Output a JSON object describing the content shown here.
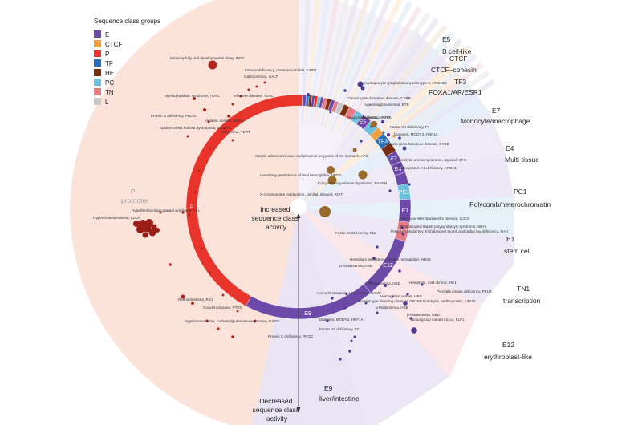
{
  "legend": {
    "title": "Sequence class groups",
    "items": [
      {
        "label": "E",
        "color": "#6e4aa8"
      },
      {
        "label": "CTCF",
        "color": "#f0a040"
      },
      {
        "label": "P",
        "color": "#e8342a"
      },
      {
        "label": "TF",
        "color": "#2b6fb6"
      },
      {
        "label": "HET",
        "color": "#7a2e10"
      },
      {
        "label": "PC",
        "color": "#6cc0dc"
      },
      {
        "label": "TN",
        "color": "#e77a85"
      },
      {
        "label": "L",
        "color": "#c7c7c7"
      }
    ]
  },
  "center": {
    "increased": [
      "Increased",
      "sequence class",
      "activity"
    ],
    "decreased": [
      "Decreased",
      "sequence class",
      "activity"
    ]
  },
  "left_group": {
    "name": "P",
    "desc": "promoter"
  },
  "classes": [
    {
      "code": "E5",
      "desc": "B cell-like"
    },
    {
      "code": "CTCF",
      "desc": "CTCF–cohesin"
    },
    {
      "code": "TF3",
      "desc": "FOXA1/AR/ESR1"
    },
    {
      "code": "E7",
      "desc": "Monocyte/macrophage"
    },
    {
      "code": "E4",
      "desc": "Multi-tissue"
    },
    {
      "code": "PC1",
      "desc": "Polycomb/heterochromatin"
    },
    {
      "code": "E1",
      "desc": "stem cell"
    },
    {
      "code": "TN1",
      "desc": "transcription"
    },
    {
      "code": "E12",
      "desc": "erythroblast-like"
    },
    {
      "code": "E9",
      "desc": "liver/intestine"
    }
  ],
  "ring_labels": [
    "P",
    "E9",
    "E12",
    "E1",
    "TN1",
    "PC1",
    "E4",
    "E7",
    "TF3",
    "E5"
  ],
  "diseases": {
    "microcephaly": "Microcephaly and developmental delay, PIGY",
    "immunodef": "Immunodeficiency, common variable, E2RD",
    "galactosemia": "Galactosemia, GALT",
    "myelodysplastic": "Myelodysplastic syndrome, TERC",
    "telomere": "Telomere disease, TERC",
    "protein_s": "Protein S deficiency, PROS1",
    "aplastic": "Aplastic anemia, TERC",
    "epidermolysis": "Epidermolysis bullosa dystrophica, COL7A1",
    "melanoma": "Melanoma, TERT",
    "hemophagocytic": "Hemophagocytic lymphohistiocytosis type 3, UNC13D",
    "cgd1": "Chronic granulomatous disease, CYBB",
    "agamma": "Agammaglobulinemia, BTK",
    "ataxia": "Ataxia telangiectasia, ATM",
    "diabetes_hnf4a": "Diabetes, HNF4A",
    "factor_vii_def": "Factor VII deficiency, F7",
    "diabetes_mody3": "Diabetes, MODY3, HNF1A",
    "cgd2": "Chronic granulomatous disease, CYBB",
    "gastric": "Gastric adenocarcinoma and proximal polyposis of the stomach, APC",
    "hemolytic": "Hemolytic uremic syndrome, atypical, CFH",
    "apoa1": "Apolipoprotein A1 deficiency, APOA1",
    "hpfh_hbg2": "Hereditary persistence of fetal hemoglobin, HBG2",
    "myasthenic": "Congenital myasthenic syndrome, RAPSN",
    "xci": "X-chromosome inactivation, familial, skewed, XIST",
    "pelizaeus": "Pelizaeus–Merzbacher-like disease, GJC2",
    "triphalangeal": "Triphalangeal thumb-polysyndactyly syndrome, SHH",
    "preaxial": "Preaxial polydactyly, triphalangeal thumb and radial ray deficiency, SHH",
    "factor_xi": "Factor XI deficiency, F11",
    "hyperferritinemia": "Hyperferritinemia-cataract syndrome, FTL",
    "hypercholesterolemia": "Hypercholesterolemia, LDLR",
    "hpfh_hbg1": "Hereditary persistence of fetal hemoglobin, HBG1",
    "alpha_hbm": "α-thalassemia, HBM",
    "beta_hbd": "β-thalassemia, HBD",
    "hemolytic_hk1": "Hemolytic, mild chronic, HK1",
    "hemochromatosis": "Hemochromatosis, HFE-related, HAMP",
    "hemoglobin_variant": "Hemoglobin variant, HBG",
    "pyruvate": "Pyruvate kinase deficiency, PKLR",
    "blood_gp1bb": "Platelet-type bleeding disorder, GP1BB",
    "porphyria": "Porphyria, erythropoietic, UROS",
    "retinoblastoma": "Retinoblastoma, RB1",
    "alpha_hbb": "α-thalassemia, HBB",
    "beta_hbd2": "β-thalassemia, HBD",
    "cowden": "Cowden disease, PTEN",
    "diabetes_mody3b": "Diabetes, MODY3, HNF1A",
    "blood_group": "Blood group variant In(Lu), KLF1",
    "hyperammonemia": "Hyperammonemia, carbamylglutamate-responsive, NAGS",
    "factor_vii_f7": "Factor VII deficiency, F7",
    "protein_c": "Protein C deficiency, PROC"
  }
}
